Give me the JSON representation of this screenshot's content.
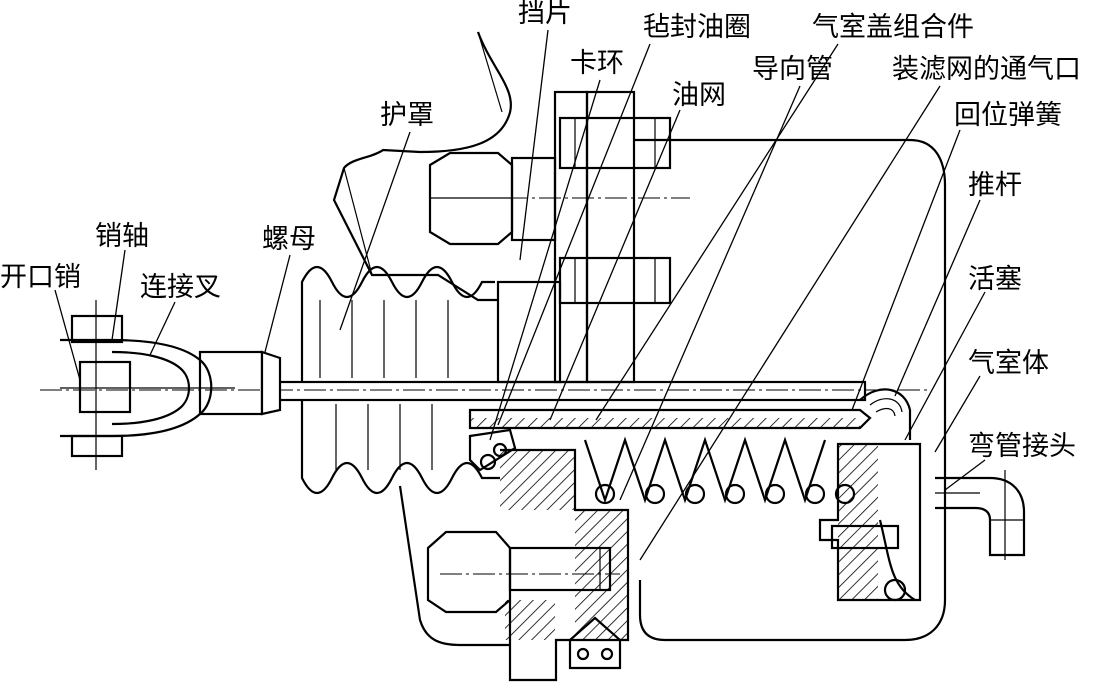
{
  "labels": {
    "dangpian": "挡片",
    "zhanfeng": "毡封油圈",
    "qishigai": "气室盖组合件",
    "kahuan": "卡环",
    "daoxiang": "导向管",
    "lvwang": "装滤网的通气口",
    "youwang": "油网",
    "huzhao": "护罩",
    "huiwei": "回位弹簧",
    "tuigan": "推杆",
    "xiaozhou": "销轴",
    "luomu": "螺母",
    "kaikou": "开口销",
    "lianjiecha": "连接叉",
    "huosai": "活塞",
    "qishiti": "气室体",
    "wanguan": "弯管接头"
  },
  "colors": {
    "ink": "#000000",
    "paper": "#ffffff"
  }
}
